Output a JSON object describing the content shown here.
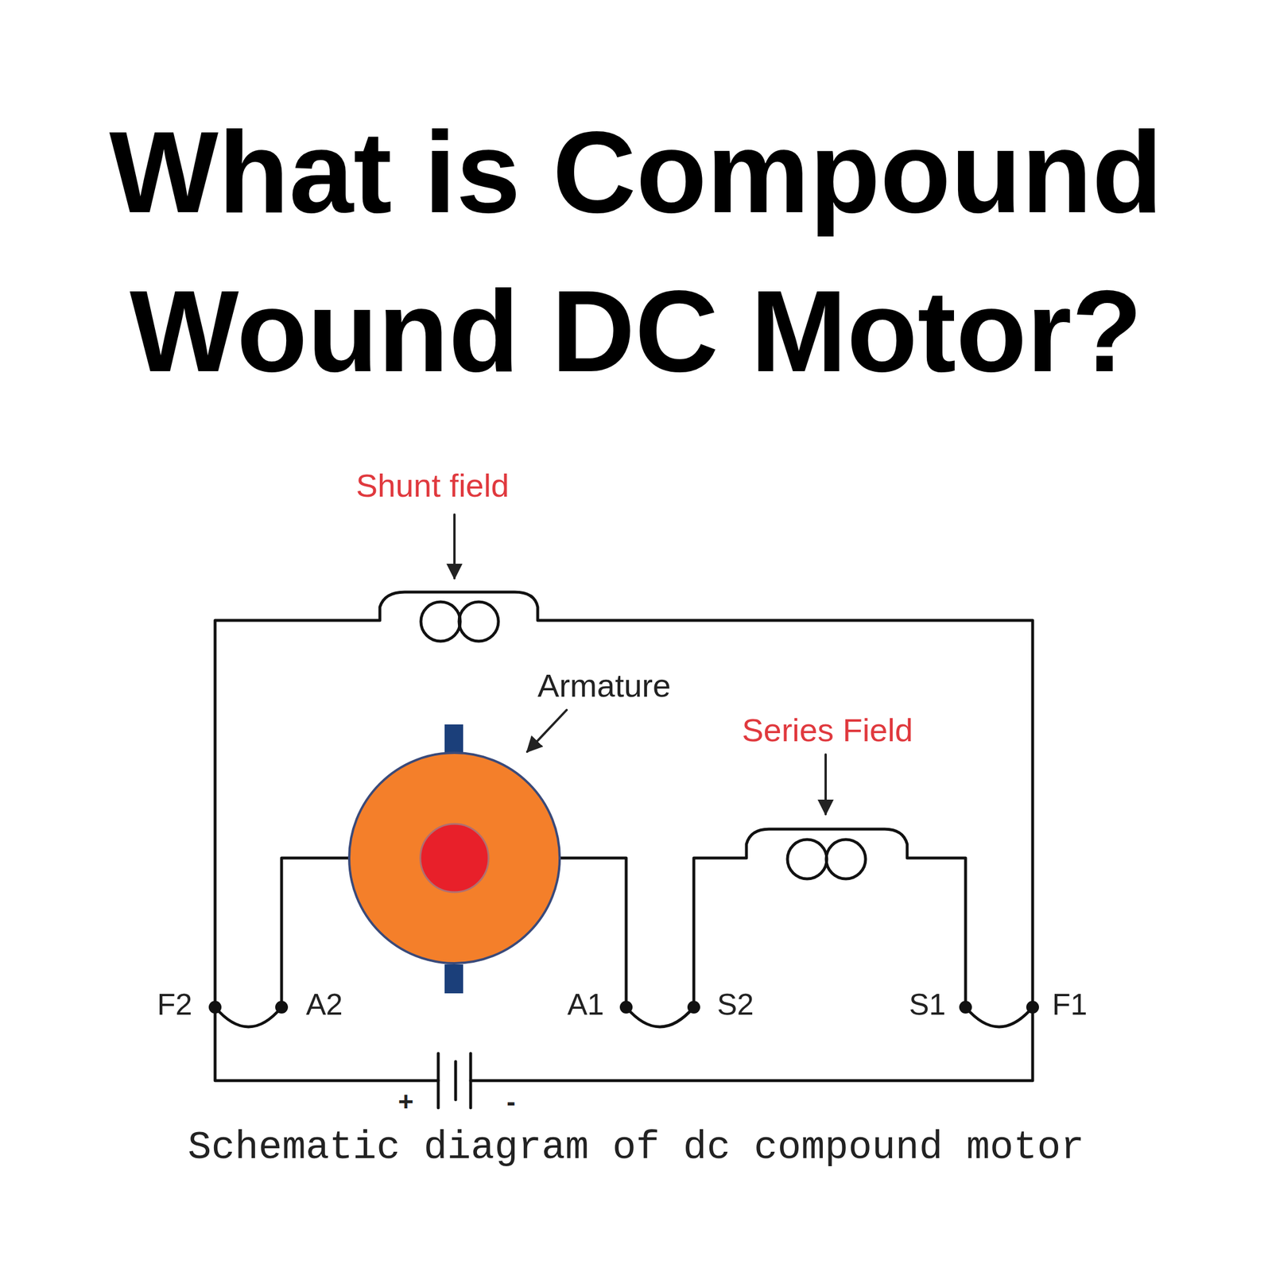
{
  "diagram": {
    "title": "What is Compound Wound DC Motor?",
    "caption": "Schematic diagram of dc compound motor",
    "labels": [
      "Shunt field",
      "Armature",
      "Series Field",
      "F2",
      "A2",
      "A1",
      "S2",
      "S1",
      "F1",
      "+",
      "-"
    ]
  }
}
